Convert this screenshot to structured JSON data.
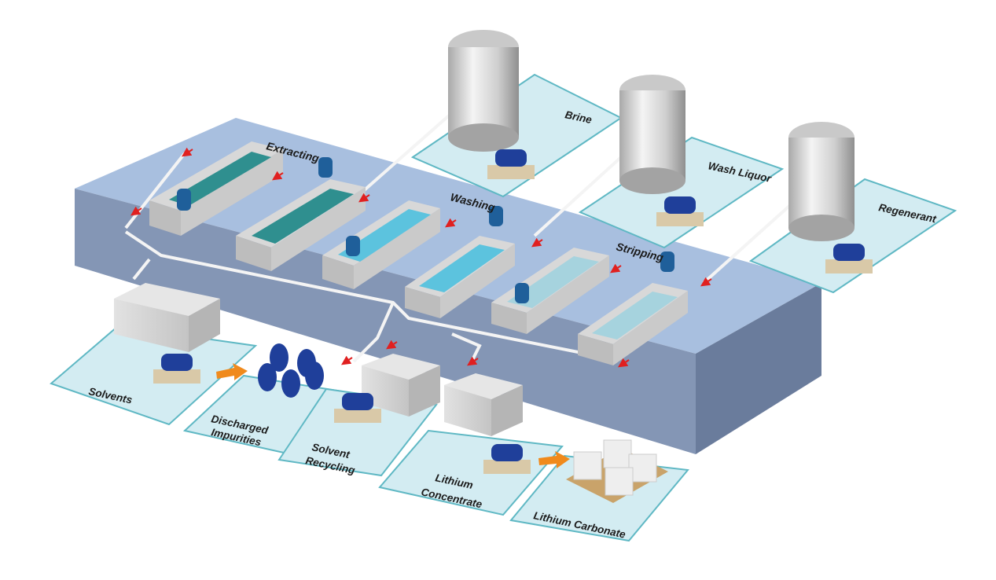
{
  "stages": {
    "extracting": "Extracting",
    "washing": "Washing",
    "stripping": "Stripping"
  },
  "feeds": {
    "brine": "Brine",
    "wash_liquor": "Wash Liquor",
    "regenerant": "Regenerant"
  },
  "outputs": {
    "solvents": "Solvents",
    "discharged_impurities_1": "Discharged",
    "discharged_impurities_2": "Impurities",
    "solvent_recycling_1": "Solvent",
    "solvent_recycling_2": "Recycling",
    "lithium_concentrate_1": "Lithium",
    "lithium_concentrate_2": "Concentrate",
    "lithium_carbonate": "Lithium Carbonate"
  },
  "colors": {
    "platform_top": "#a8bfdf",
    "platform_side": "#7d8fae",
    "pad": "#d3ecf2",
    "pad_edge": "#5fb8c4",
    "tank_shell": "#d9d9d9",
    "pump": "#1f3f9a",
    "arrow": "#e02020",
    "transfer_arrow": "#f08a1c",
    "extract_liquid": "#2f8f8f",
    "wash_liquid": "#5cc3de",
    "strip_liquid": "#a6d3de"
  }
}
